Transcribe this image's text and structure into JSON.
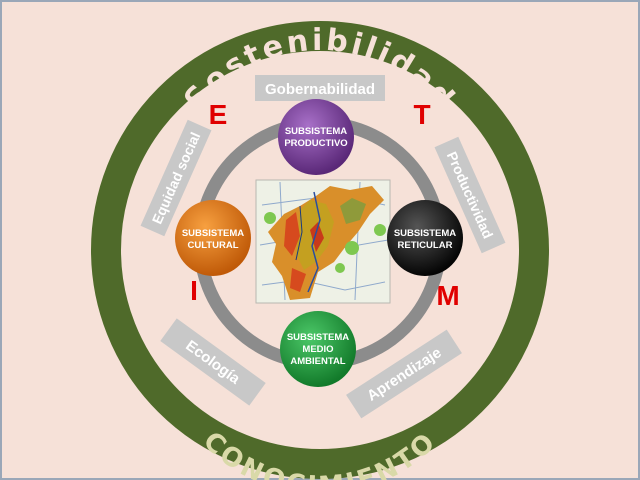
{
  "outer_ring": {
    "top_word": "Sostenibilidad",
    "bottom_word": "CONOCIMIENTO"
  },
  "values": {
    "gobernabilidad": "Gobernabilidad",
    "equidad_social": "Equidad social",
    "productividad": "Productividad",
    "ecologia": "Ecología",
    "aprendizaje": "Aprendizaje"
  },
  "letters": {
    "e": "E",
    "t": "T",
    "i": "I",
    "m": "M"
  },
  "subsystems": {
    "productivo": {
      "line1": "SUBSISTEMA",
      "line2": "PRODUCTIVO"
    },
    "cultural": {
      "line1": "SUBSISTEMA",
      "line2": "CULTURAL"
    },
    "reticular": {
      "line1": "SUBSISTEMA",
      "line2": "RETICULAR"
    },
    "ambiental": {
      "line1": "SUBSISTEMA",
      "line2": "MEDIO",
      "line3": "AMBIENTAL"
    }
  },
  "colors": {
    "background": "#f6e1d8",
    "outer_ring": "#4f6a2a",
    "inner_ring": "#8c8c8c",
    "value_boxes": "#c8c8c8",
    "value_text": "#ffffff",
    "letters": "#e00000",
    "productivo": "#7b3f9e",
    "cultural": "#e07010",
    "reticular": "#141414",
    "ambiental": "#1e9a3a"
  },
  "map_image": "regional-land-use-map"
}
